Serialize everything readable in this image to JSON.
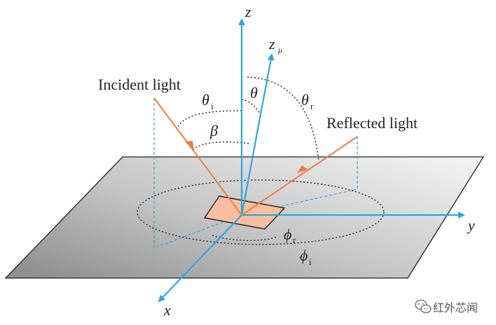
{
  "labels": {
    "axis_z": "z",
    "axis_zmu_base": "z",
    "axis_zmu_sub": "μ",
    "axis_x": "x",
    "axis_y": "y",
    "incident": "Incident light",
    "reflected": "Reflected light",
    "theta_i_base": "θ",
    "theta_i_sub": "i",
    "theta": "θ",
    "theta_r_base": "θ",
    "theta_r_sub": "r",
    "beta": "β",
    "phi_r_base": "ϕ",
    "phi_r_sub": "r",
    "phi_i_base": "ϕ",
    "phi_i_sub": "i"
  },
  "watermark": {
    "text": "红外芯闻",
    "icon": "wechat-icon"
  },
  "colors": {
    "axis": "#29a8df",
    "light_ray": "#ed7d45",
    "facet_fill": "#f9bf9f",
    "plane_light": "#eeeeee",
    "plane_dark": "#8a8a8a",
    "plane_edge": "#231f20",
    "dotted": "#231f20"
  }
}
